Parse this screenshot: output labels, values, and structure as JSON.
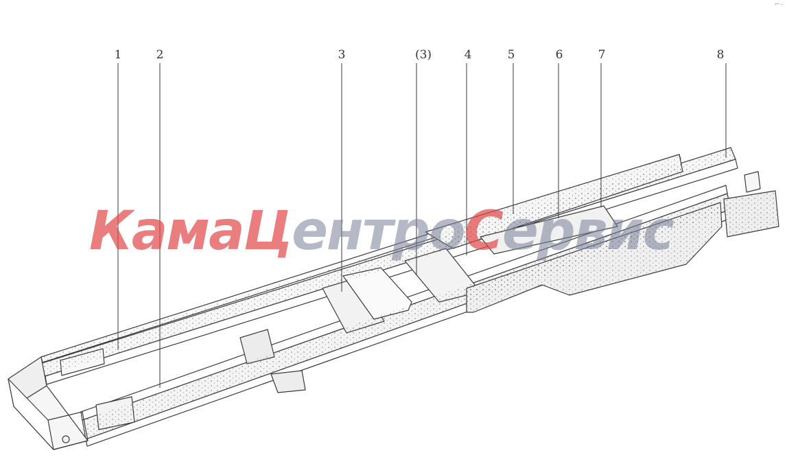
{
  "callouts": [
    {
      "label": "1"
    },
    {
      "label": "2"
    },
    {
      "label": "3"
    },
    {
      "label": "(3)"
    },
    {
      "label": "4"
    },
    {
      "label": "5"
    },
    {
      "label": "6"
    },
    {
      "label": "7"
    },
    {
      "label": "8"
    }
  ],
  "watermark": {
    "part1": "Кама",
    "part2": "Ц",
    "part3": "ентро",
    "part4": "С",
    "part5": "ервис"
  },
  "corner_mark": "⌐–",
  "colors": {
    "line": "#3a3a3a",
    "watermark_red": "#e04646",
    "watermark_gray": "#788096"
  }
}
